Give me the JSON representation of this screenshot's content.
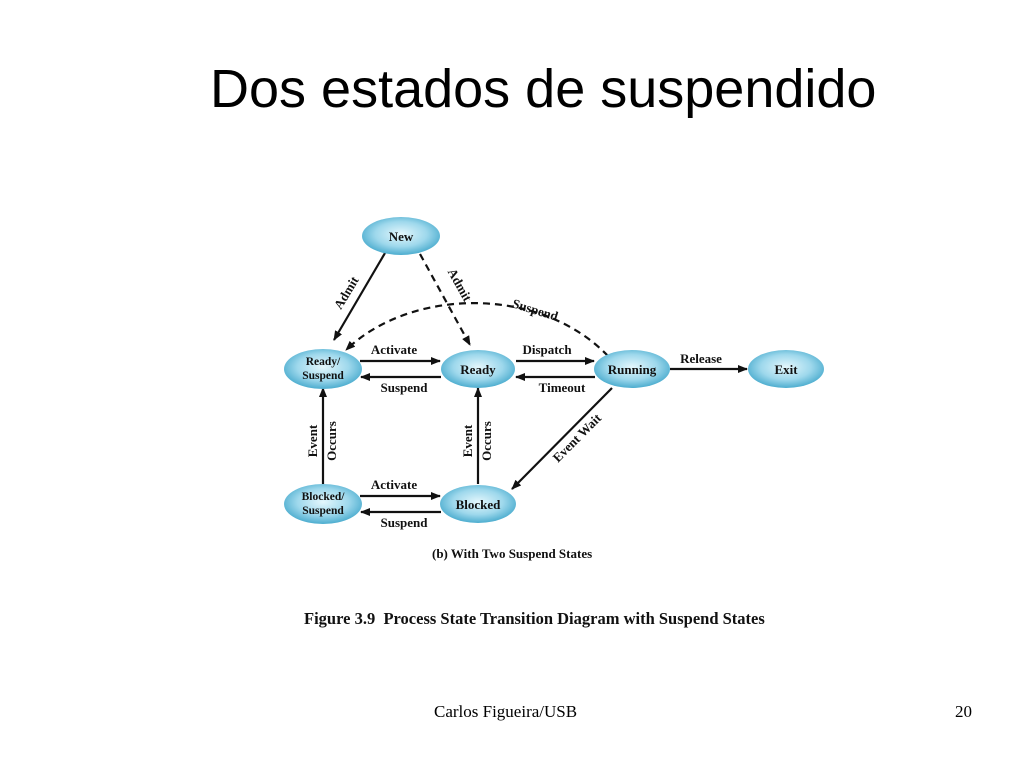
{
  "slide": {
    "title": "Dos estados de suspendido",
    "footer_author": "Carlos Figueira/USB",
    "page_number": "20"
  },
  "diagram": {
    "states": {
      "new": "New",
      "ready_suspend_line1": "Ready/",
      "ready_suspend_line2": "Suspend",
      "ready": "Ready",
      "running": "Running",
      "exit": "Exit",
      "blocked_suspend_line1": "Blocked/",
      "blocked_suspend_line2": "Suspend",
      "blocked": "Blocked"
    },
    "transitions": {
      "admit_left": "Admit",
      "admit_right": "Admit",
      "suspend_top": "Suspend",
      "activate_top": "Activate",
      "suspend_mid": "Suspend",
      "dispatch": "Dispatch",
      "timeout": "Timeout",
      "release": "Release",
      "event_wait": "Event Wait",
      "event_occurs_left_1": "Event",
      "event_occurs_left_2": "Occurs",
      "event_occurs_mid_1": "Event",
      "event_occurs_mid_2": "Occurs",
      "activate_bottom": "Activate",
      "suspend_bottom": "Suspend"
    },
    "subcaption": "(b) With Two Suspend States",
    "caption": "Figure 3.9  Process State Transition Diagram with Suspend States",
    "colors": {
      "node_fill_center": "#d6f2fa",
      "node_fill_edge": "#3aa3c8",
      "arrow": "#111111"
    }
  }
}
